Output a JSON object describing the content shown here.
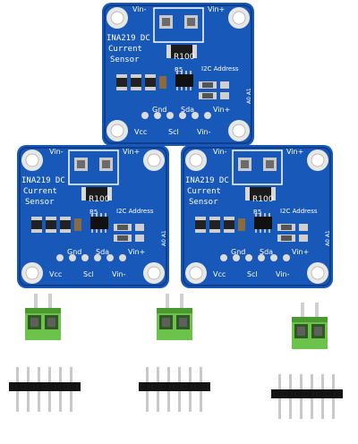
{
  "board": {
    "vin_minus": "Vin-",
    "vin_plus": "Vin+",
    "title_line1": "INA219 DC",
    "title_line2": "Current",
    "title_line3": "Sensor",
    "resistor": "R100",
    "r5": "R5",
    "i2c": "I2C Address",
    "a0a1": "A0 A1",
    "gnd": "Gnd",
    "sda": "Sda",
    "vcc": "Vcc",
    "scl": "Scl",
    "vinm": "Vin-",
    "vinp": "Vin+"
  },
  "colors": {
    "pcb": "#1758b8",
    "pcb_dark": "#0f3f8c",
    "terminal": "#2f2f2f",
    "resistor": "#1b1b1b",
    "chip": "#111111",
    "block_green": "#6cc24a",
    "block_dark": "#4a9a32",
    "header_black": "#141414",
    "pin_silver": "#c8c8c8"
  }
}
